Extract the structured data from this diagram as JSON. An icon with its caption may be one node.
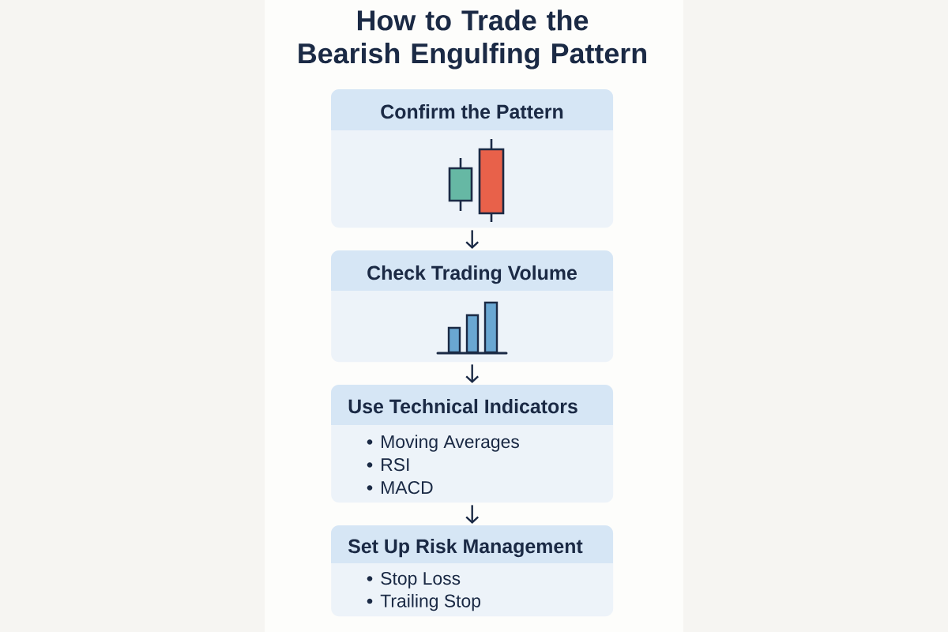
{
  "diagram": {
    "title": "How to Trade the Bearish Engulfing Pattern",
    "nodes": [
      {
        "text": [
          "Confirm the Pattern"
        ]
      },
      {
        "text": [
          "Check Trading Volume"
        ]
      },
      {
        "text": [
          "Use Technical Indicators",
          "Moving Averages",
          "RSI",
          "MACD"
        ]
      },
      {
        "text": [
          "Set Up Risk Management",
          "Stop Loss",
          "Trailing Stop"
        ]
      }
    ],
    "edges": [
      {
        "from": 0,
        "to": 1,
        "arrow": "to"
      },
      {
        "from": 1,
        "to": 2,
        "arrow": "to"
      },
      {
        "from": 2,
        "to": 3,
        "arrow": "to"
      }
    ]
  }
}
